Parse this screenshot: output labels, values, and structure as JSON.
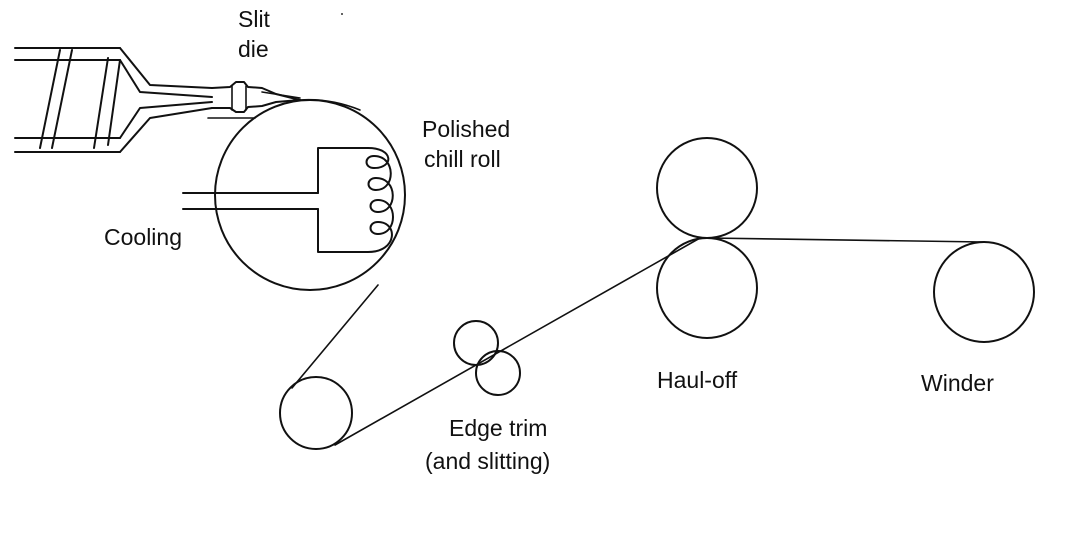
{
  "labels": {
    "slit_die_line1": "Slit",
    "slit_die_line2": "die",
    "chill_roll_line1": "Polished",
    "chill_roll_line2": "chill roll",
    "cooling": "Cooling",
    "edge_trim_line1": "Edge trim",
    "edge_trim_line2": "(and slitting)",
    "haul_off": "Haul-off",
    "winder": "Winder"
  },
  "colors": {
    "line": "#111111",
    "background": "#ffffff"
  }
}
